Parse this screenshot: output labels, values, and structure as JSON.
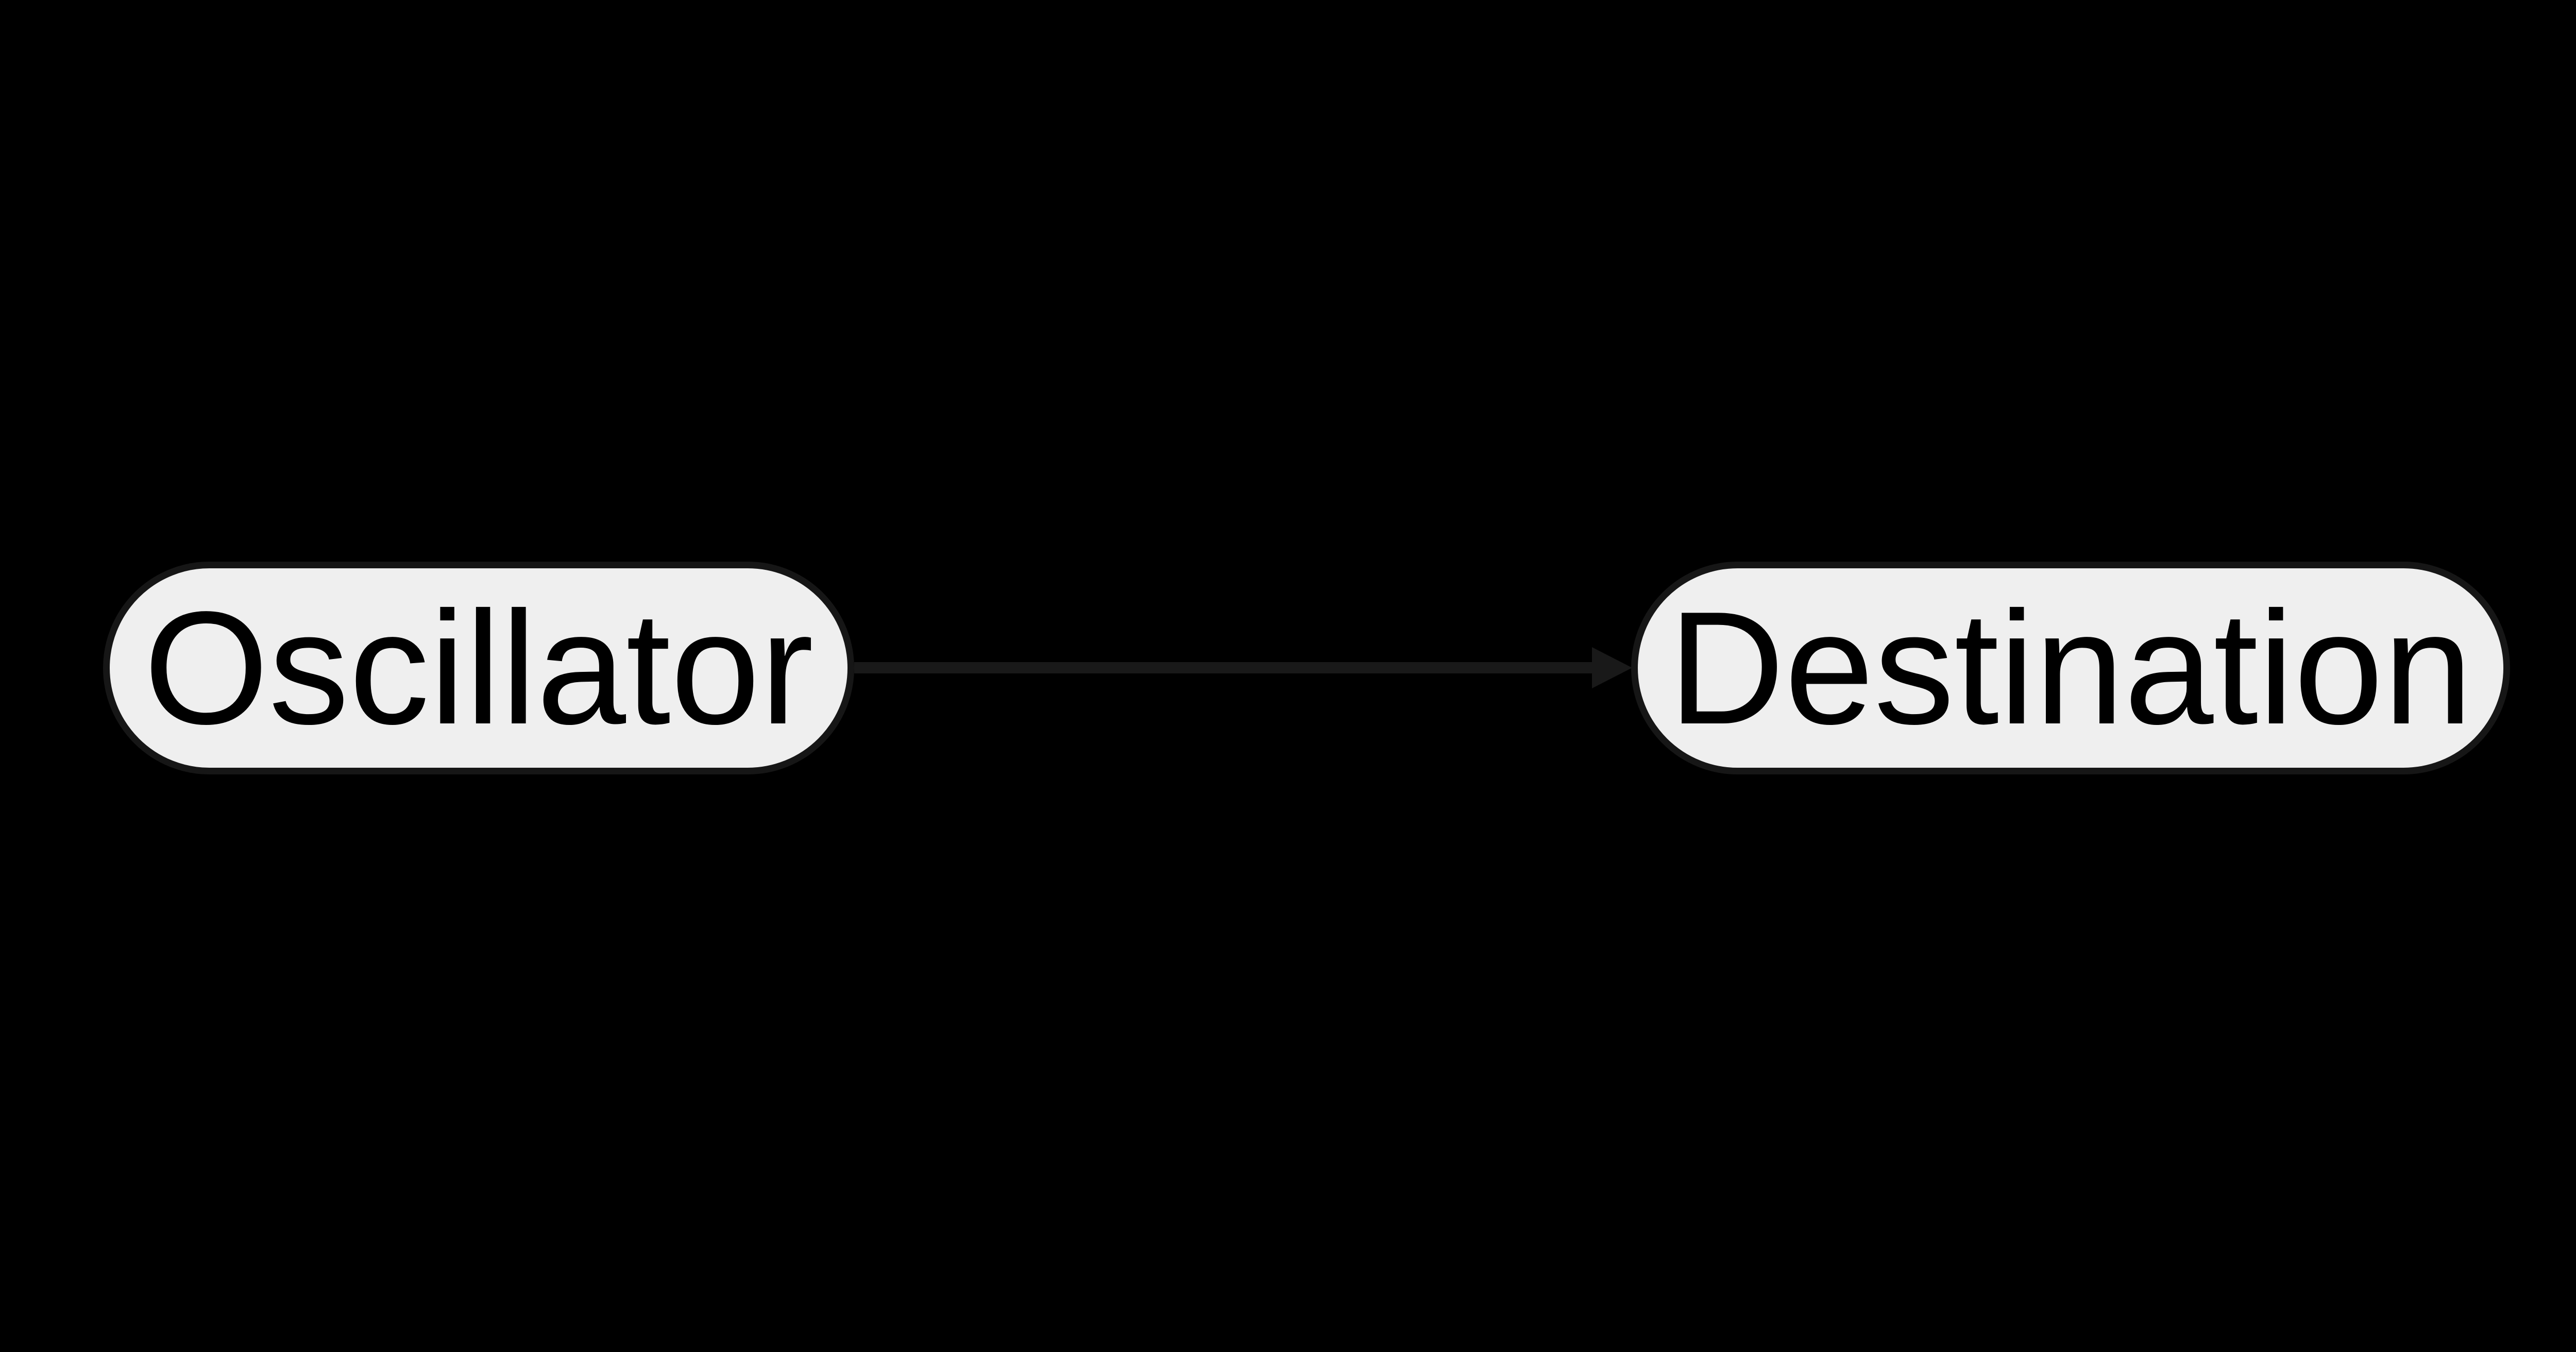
{
  "diagram": {
    "kind": "audio-node-graph",
    "nodes": [
      {
        "id": "oscillator",
        "label": "Oscillator",
        "shape": "stadium"
      },
      {
        "id": "destination",
        "label": "Destination",
        "shape": "stadium"
      }
    ],
    "edges": [
      {
        "from": "oscillator",
        "to": "destination",
        "direction": "left-to-right",
        "style": "solid-arrow"
      }
    ],
    "colors": {
      "background": "#000000",
      "node_fill": "#efefef",
      "node_border": "#161616",
      "edge": "#191919",
      "label_text": "#000000"
    }
  }
}
